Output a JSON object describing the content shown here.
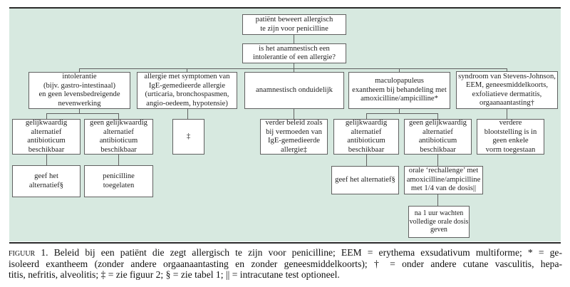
{
  "colors": {
    "panel_background": "#d7e9e0",
    "box_border": "#606060",
    "rule": "#2b2b2b"
  },
  "nodes": {
    "patient_claim": "patiënt beweert allergisch\nte zijn voor penicilline",
    "anamnesis_question": "is het anamnestisch een\nintolerantie of een allergie?",
    "intolerance": "intolerantie\n(bijv. gastro-intestinaal)\nen geen levensbedreigende\nnevenwerking",
    "ige_allergy": "allergie met symptomen van\nIgE-gemedieerde allergie\n(urticaria, bronchospasmen,\nangio-oedeem, hypotensie)",
    "unclear": "anamnestisch onduidelijk",
    "maculopapular": "maculopapuleus\nexantheem bij behandeling met\namoxicilline/ampicilline*",
    "stevens_johnson": "syndroom van Stevens-Johnson,\nEEM, geneesmiddelkoorts,\nexfoliatieve dermatitis,\norgaanaantasting†",
    "alt_available_1": "gelijkwaardig\nalternatief\nantibioticum\nbeschikbaar",
    "no_alt_available_1": "geen gelijkwaardig\nalternatief\nantibioticum\nbeschikbaar",
    "see_figure_2": "‡",
    "policy_ige": "verder beleid zoals\nbij vermoeden van\nIgE-gemedieerde\nallergie‡",
    "alt_available_2": "gelijkwaardig\nalternatief\nantibioticum\nbeschikbaar",
    "no_alt_available_2": "geen gelijkwaardig\nalternatief\nantibioticum\nbeschikbaar",
    "no_exposure": "verdere\nblootstelling is in\ngeen enkele\nvorm toegestaan",
    "give_alternative_1": "geef het\nalternatief§",
    "penicillin_allowed": "penicilline\ntoegelaten",
    "give_alternative_2": "geef het alternatief§",
    "oral_rechallenge": "orale ‘rechallenge’ met\namoxicilline/ampicilline\nmet 1/4 van de dosis||",
    "wait_full_dose": "na 1 uur wachten\nvolledige orale dosis\ngeven"
  },
  "caption": {
    "label": "figuur 1.",
    "lines": [
      "Beleid bij een patiënt die zegt allergisch te zijn voor penicilline; EEM = erythema exsudativum multiforme; * = ge-",
      "isoleerd exantheem (zonder andere orgaanaantasting en zonder geneesmiddelkoorts); † = onder andere cutane vasculitis, hepa-",
      "titis, nefritis, alveolitis; ‡ = zie figuur 2; § = zie tabel 1; || = intracutane test optioneel."
    ]
  }
}
